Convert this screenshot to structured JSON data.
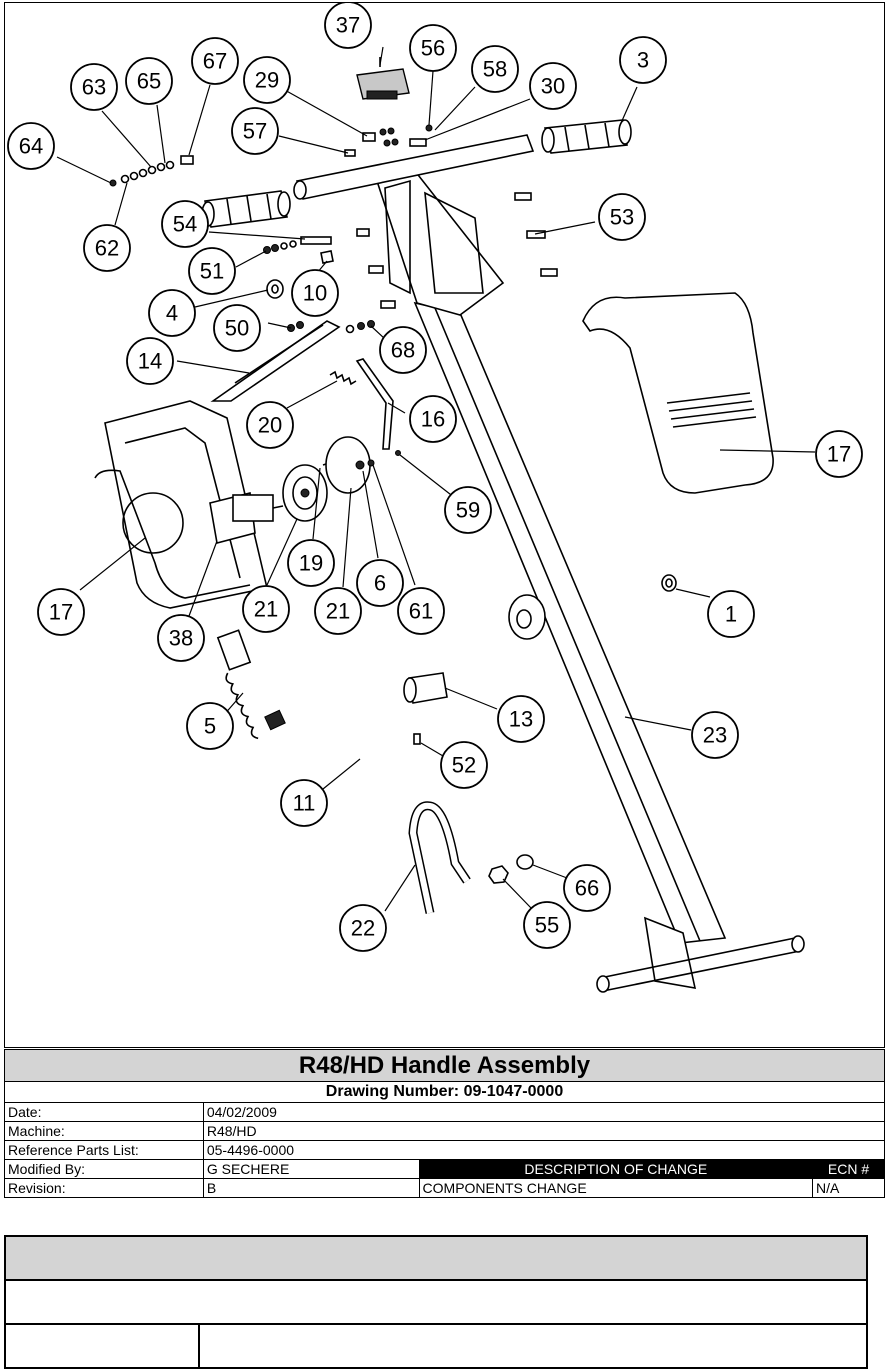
{
  "diagram": {
    "callouts": [
      "37",
      "56",
      "58",
      "30",
      "3",
      "63",
      "65",
      "67",
      "29",
      "64",
      "57",
      "62",
      "54",
      "53",
      "51",
      "10",
      "4",
      "50",
      "68",
      "14",
      "16",
      "20",
      "17",
      "59",
      "19",
      "21",
      "6",
      "61",
      "1",
      "38",
      "5",
      "13",
      "23",
      "52",
      "11",
      "66",
      "55",
      "22"
    ]
  },
  "title_block": {
    "title": "R48/HD Handle Assembly",
    "drawing_number": "Drawing Number: 09-1047-0000",
    "date_label": "Date:",
    "date_value": "04/02/2009",
    "machine_label": "Machine:",
    "machine_value": "R48/HD",
    "ref_label": "Reference Parts List:",
    "ref_value": "05-4496-0000",
    "modified_label": "Modified By:",
    "modified_value": "G SECHERE",
    "desc_header": "DESCRIPTION OF CHANGE",
    "ecn_header": "ECN #",
    "revision_label": "Revision:",
    "revision_value": "B",
    "change_desc": "COMPONENTS CHANGE",
    "ecn_value": "N/A"
  },
  "colors": {
    "header_gray": "#d4d4d4",
    "header_dark": "#000000"
  }
}
